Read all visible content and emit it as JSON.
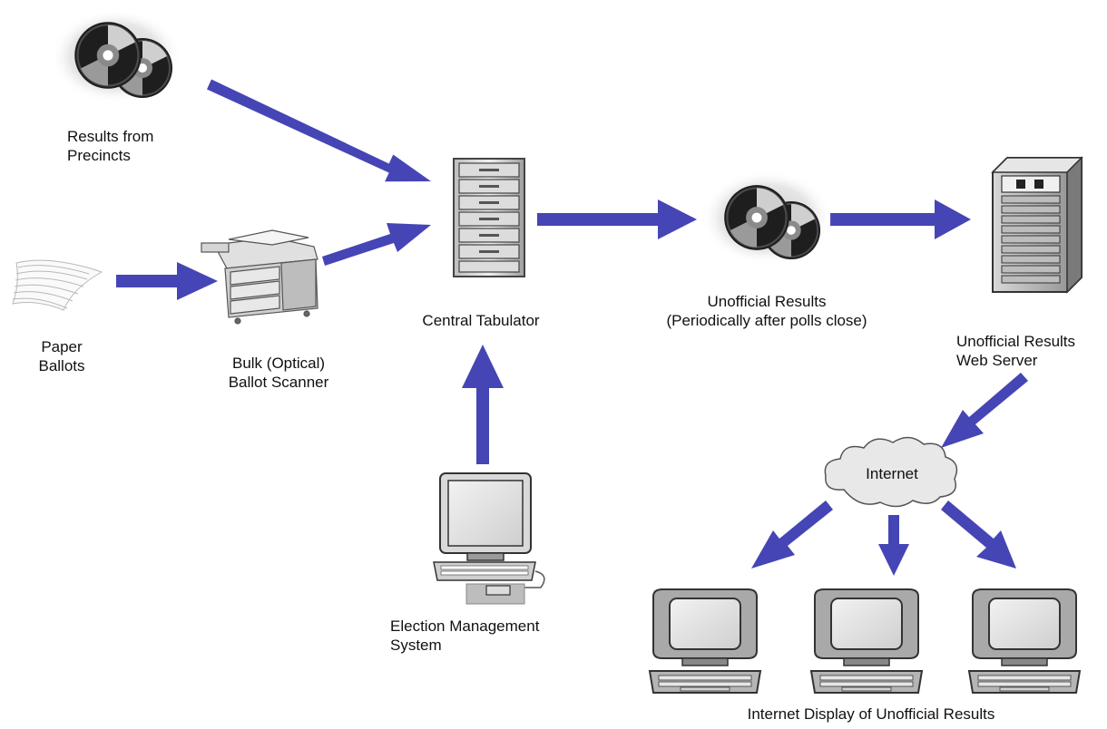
{
  "labels": {
    "precincts": [
      "Results from",
      "Precincts"
    ],
    "paper_ballots": [
      "Paper",
      "Ballots"
    ],
    "scanner": [
      "Bulk (Optical)",
      "Ballot Scanner"
    ],
    "central_tabulator": "Central Tabulator",
    "unofficial_results": [
      "Unofficial Results",
      "(Periodically after polls close)"
    ],
    "web_server": [
      "Unofficial Results",
      "Web Server"
    ],
    "internet": "Internet",
    "ems": [
      "Election Management",
      "System"
    ],
    "display": "Internet Display of Unofficial Results"
  },
  "icons": [
    "cd-discs-icon",
    "paper-stack-icon",
    "scanner-icon",
    "tower-server-icon",
    "cd-discs-icon",
    "rack-server-icon",
    "cloud-icon",
    "desktop-computer-icon",
    "client-computer-icon"
  ],
  "colors": {
    "arrow": "#4545b5",
    "text": "#111111"
  }
}
